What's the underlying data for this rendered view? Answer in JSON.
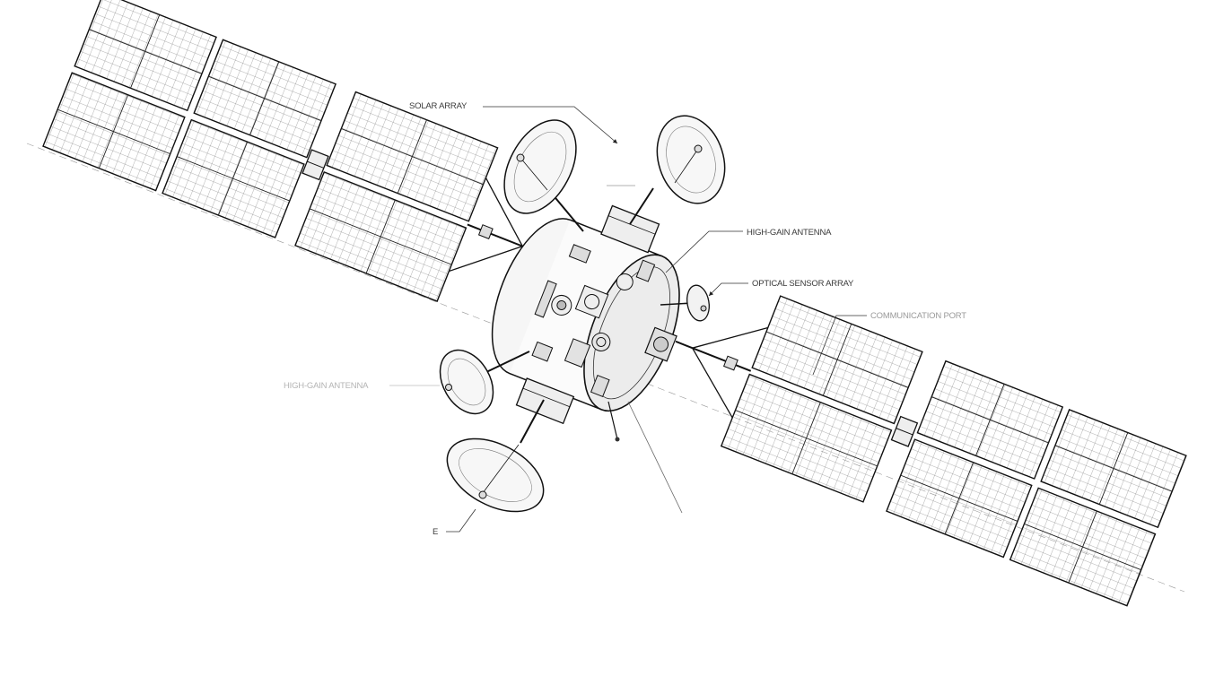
{
  "diagram": {
    "labels": {
      "solar_array": "SOLAR ARRAY",
      "high_gain_antenna": "HIGH-GAIN ANTENNA",
      "optical_sensor_array": "OPTICAL SENSOR ARRAY",
      "communication_port": "COMMUNICATION PORT",
      "low_gain_antenna": "HIGH-GAIN ANTENNA",
      "lower_label": "E"
    },
    "colors": {
      "ink": "#1a1a1a",
      "grid": "#555555",
      "leader": "#333333",
      "faint": "#b4b4b4"
    }
  }
}
